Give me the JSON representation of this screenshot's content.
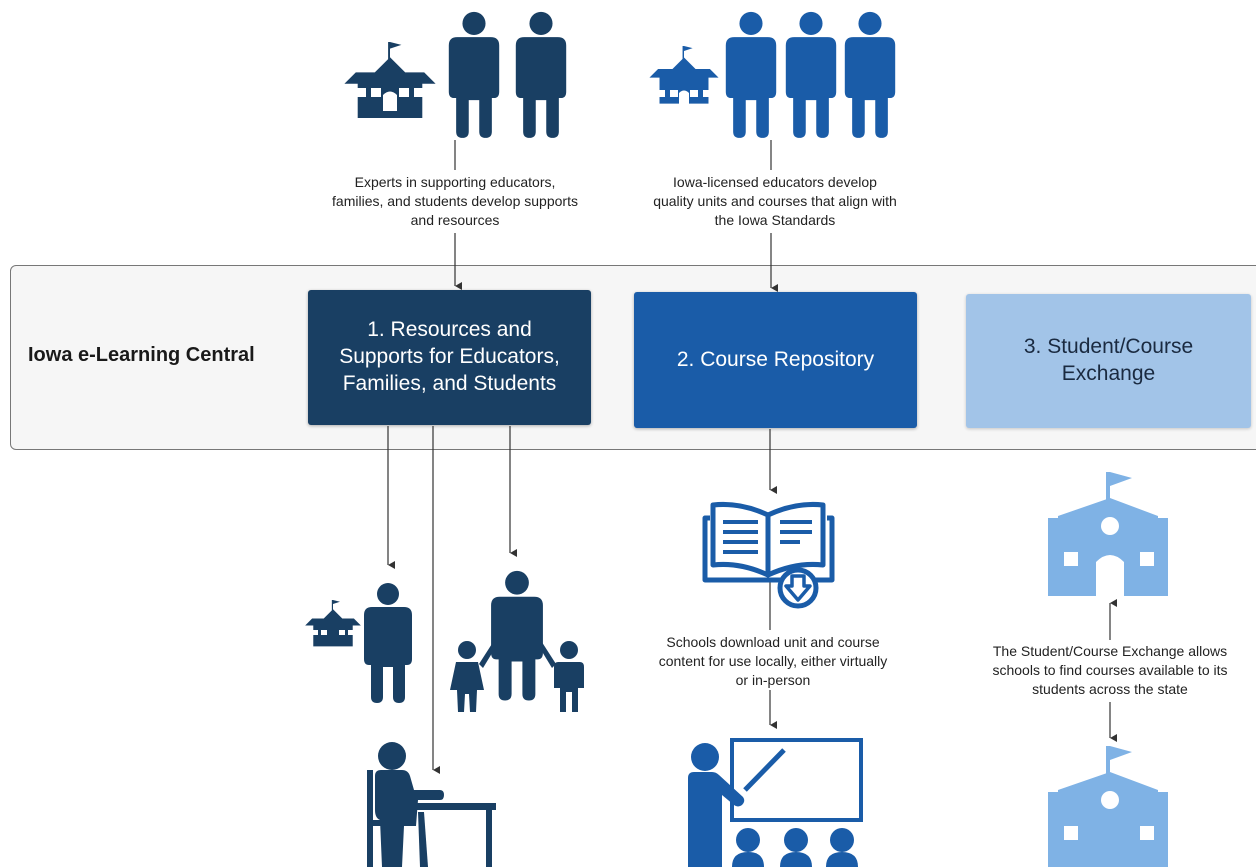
{
  "central": {
    "title": "Iowa e-Learning Central"
  },
  "boxes": {
    "resources": {
      "line1": "1. Resources and",
      "line2": "Supports for Educators,",
      "line3": "Families, and Students"
    },
    "course_repository": {
      "label": "2. Course Repository"
    },
    "exchange": {
      "line1": "3. Student/Course",
      "line2": "Exchange"
    }
  },
  "captions": {
    "experts": {
      "line1": "Experts in supporting educators,",
      "line2": "families, and students develop supports",
      "line3": "and resources"
    },
    "educators": {
      "line1": "Iowa-licensed educators develop",
      "line2": "quality units and courses that align with",
      "line3": "the Iowa Standards"
    },
    "download": {
      "line1": "Schools download unit and course",
      "line2": "content for use locally, either virtually",
      "line3": "or in-person"
    },
    "exchange": {
      "line1": "The Student/Course Exchange allows",
      "line2": "schools to find courses available to its",
      "line3": "students across the state"
    }
  },
  "colors": {
    "dark_navy": "#193f63",
    "medium_blue": "#1a5ca8",
    "light_blue": "#a2c4e8",
    "icon_light_blue": "#7fb2e5"
  },
  "icons": [
    "school-icon",
    "person-icon",
    "book-download-icon",
    "family-icon",
    "student-desk-icon",
    "teacher-class-icon"
  ]
}
